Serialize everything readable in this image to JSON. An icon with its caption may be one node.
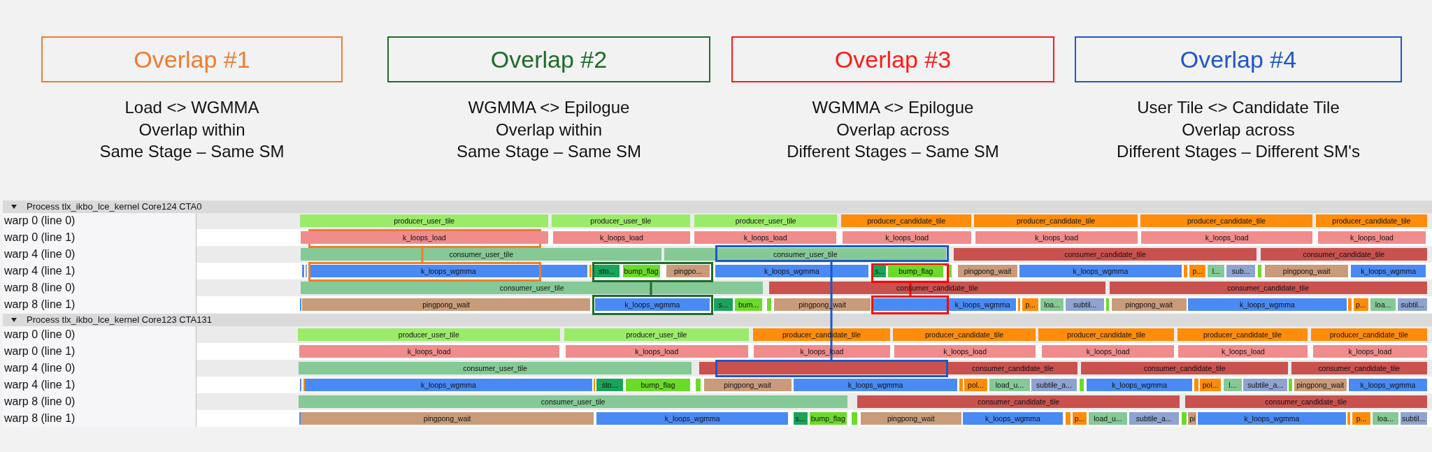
{
  "diagram": {
    "nodes": [
      {
        "text": [
          "Overlap #1"
        ],
        "beside": [
          "Load <> WGMMA",
          "Overlap within",
          "Same Stage – Same SM"
        ]
      },
      {
        "text": [
          "Overlap #2"
        ],
        "beside": [
          "WGMMA <> Epilogue",
          "Overlap within",
          "Same Stage – Same SM"
        ]
      },
      {
        "text": [
          "Overlap #3"
        ],
        "beside": [
          "WGMMA <> Epilogue",
          "Overlap across",
          "Different Stages – Same SM"
        ]
      },
      {
        "text": [
          "Overlap #4"
        ],
        "beside": [
          "User Tile <> Candidate Tile",
          "Overlap across",
          "Different Stages – Different SM's"
        ]
      },
      {
        "text": [],
        "shape": "box"
      },
      {
        "text": [],
        "shape": "box"
      },
      {
        "text": [],
        "shape": "box"
      },
      {
        "text": [],
        "shape": "box"
      },
      {
        "text": [],
        "shape": "box"
      },
      {
        "text": [],
        "shape": "box"
      },
      {
        "text": [],
        "shape": "box"
      },
      {
        "text": [],
        "shape": "box"
      },
      {
        "text": [
          "producer_user_tile"
        ]
      },
      {
        "text": [
          "producer_user_tile"
        ]
      },
      {
        "text": [
          "producer_user_tile"
        ]
      },
      {
        "text": [
          "producer_candidate_tile"
        ]
      },
      {
        "text": [
          "producer_candidate_tile"
        ]
      },
      {
        "text": [
          "producer_candidate_tile"
        ]
      },
      {
        "text": [
          "producer_candidate_tile"
        ]
      },
      {
        "text": [
          "k_loops_load"
        ],
        "in": 4
      },
      {
        "text": [
          "k_loops_load"
        ]
      },
      {
        "text": [
          "k_loops_load"
        ]
      },
      {
        "text": [
          "k_loops_load"
        ]
      },
      {
        "text": [
          "k_loops_load"
        ]
      },
      {
        "text": [
          "k_loops_load"
        ]
      },
      {
        "text": [
          "k_loops_load"
        ]
      },
      {
        "text": [
          "consumer_user_tile"
        ]
      },
      {
        "text": [
          "consumer_user_tile"
        ]
      },
      {
        "text": [
          "consumer_candidate_tile"
        ]
      },
      {
        "text": [
          "consumer_candidate_tile"
        ]
      },
      {
        "text": [
          "k_loops_wgmma"
        ]
      },
      {
        "text": [
          "sto..."
        ],
        "in": 6
      },
      {
        "text": [
          "bump_flag"
        ],
        "in": 6
      },
      {
        "text": [
          "pingpo..."
        ],
        "in": 6
      },
      {
        "text": [
          "k_loops_wgmma"
        ]
      },
      {
        "text": [
          "s..."
        ],
        "in": 10
      },
      {
        "text": [
          "bump_flag"
        ],
        "in": 10
      },
      {
        "text": [
          "pingpong_wait"
        ]
      },
      {
        "text": [
          "k_loops_wgmma"
        ]
      },
      {
        "text": [
          "p..."
        ]
      },
      {
        "text": [
          "l..."
        ]
      },
      {
        "text": [
          "sub..."
        ]
      },
      {
        "text": [
          "pingpong_wait"
        ]
      },
      {
        "text": [
          "k_loops_wgmma"
        ]
      },
      {
        "text": [
          "consumer_user_tile"
        ]
      },
      {
        "text": [
          "consumer_candidate_tile"
        ]
      },
      {
        "text": [
          "consumer_candidate_tile"
        ]
      },
      {
        "text": [
          "pingpong_wait"
        ]
      },
      {
        "text": [
          "k_loops_wgmma"
        ],
        "in": 7
      },
      {
        "text": [
          "s..."
        ]
      },
      {
        "text": [
          "bum..."
        ]
      },
      {
        "text": [
          "pingpong_wait"
        ]
      },
      {
        "text": [
          "k_loops_wgmma"
        ]
      },
      {
        "text": [
          "p..."
        ]
      },
      {
        "text": [
          "loa..."
        ]
      },
      {
        "text": [
          "subtil..."
        ]
      },
      {
        "text": [
          "pingpong_wait"
        ]
      },
      {
        "text": [
          "k_loops_wgmma"
        ]
      },
      {
        "text": [
          "p..."
        ]
      },
      {
        "text": [
          "loa..."
        ]
      },
      {
        "text": [
          "subtil..."
        ]
      },
      {
        "text": [
          "producer_user_tile"
        ]
      },
      {
        "text": [
          "producer_user_tile"
        ]
      },
      {
        "text": [
          "producer_candidate_tile"
        ]
      },
      {
        "text": [
          "producer_candidate_tile"
        ]
      },
      {
        "text": [
          "producer_candidate_tile"
        ]
      },
      {
        "text": [
          "producer_candidate_tile"
        ]
      },
      {
        "text": [
          "producer_candidate_tile"
        ]
      },
      {
        "text": [
          "k_loops_load"
        ]
      },
      {
        "text": [
          "k_loops_load"
        ]
      },
      {
        "text": [
          "k_loops_load"
        ]
      },
      {
        "text": [
          "k_loops_load"
        ]
      },
      {
        "text": [
          "k_loops_load"
        ]
      },
      {
        "text": [
          "k_loops_load"
        ]
      },
      {
        "text": [
          "k_loops_load"
        ]
      },
      {
        "text": [
          "consumer_user_tile"
        ]
      },
      {
        "text": [
          "consumer_candidate_tile"
        ]
      },
      {
        "text": [
          "consumer_candidate_tile"
        ]
      },
      {
        "text": [
          "consumer_candidate_tile"
        ]
      },
      {
        "text": [
          "k_loops_wgmma"
        ]
      },
      {
        "text": [
          "sto..."
        ]
      },
      {
        "text": [
          "bump_flag"
        ]
      },
      {
        "text": [
          "pingpong_wait"
        ]
      },
      {
        "text": [
          "k_loops_wgmma"
        ]
      },
      {
        "text": [
          "pol..."
        ]
      },
      {
        "text": [
          "load_u..."
        ]
      },
      {
        "text": [
          "subtile_a..."
        ]
      },
      {
        "text": [
          "k_loops_wgmma"
        ]
      },
      {
        "text": [
          "pol..."
        ]
      },
      {
        "text": [
          "l..."
        ]
      },
      {
        "text": [
          "subtile_a..."
        ]
      },
      {
        "text": [
          "pingpong_wait"
        ]
      },
      {
        "text": [
          "k_loops_wgmma"
        ]
      },
      {
        "text": [
          "consumer_user_tile"
        ]
      },
      {
        "text": [
          "consumer_candidate_tile"
        ]
      },
      {
        "text": [
          "consumer_candidate_tile"
        ]
      },
      {
        "text": [
          "pingpong_wait"
        ]
      },
      {
        "text": [
          "k_loops_wgmma"
        ]
      },
      {
        "text": [
          "s..."
        ]
      },
      {
        "text": [
          "bump_flag"
        ]
      },
      {
        "text": [
          "pingpong_wait"
        ]
      },
      {
        "text": [
          "k_loops_wgmma"
        ]
      },
      {
        "text": [
          "p..."
        ]
      },
      {
        "text": [
          "load_u..."
        ]
      },
      {
        "text": [
          "subtile_a..."
        ]
      },
      {
        "text": [
          "pi"
        ]
      },
      {
        "text": [
          "k_loops_wgmma"
        ]
      },
      {
        "text": [
          "p..."
        ]
      },
      {
        "text": [
          "loa..."
        ]
      },
      {
        "text": [
          "subtil..."
        ]
      }
    ],
    "edges": [
      {
        "from": 4,
        "to": 5,
        "arrow": "none",
        "color": "#ed7d31"
      },
      {
        "from": 6,
        "to": 7,
        "arrow": "none",
        "color": "#1e6b2a"
      },
      {
        "from": 10,
        "to": 11,
        "arrow": "none",
        "color": "#ff0000"
      },
      {
        "from": 8,
        "to": 9,
        "arrow": "none",
        "color": "#1f56c8"
      }
    ],
    "labels": [
      "Process tlx_ikbo_lce_kernel Core124 CTA0",
      "warp 0 (line 0)",
      "warp 0 (line 1)",
      "warp 4 (line 0)",
      "warp 4 (line 1)",
      "warp 8 (line 0)",
      "warp 8 (line 1)",
      "Process tlx_ikbo_lce_kernel Core123 CTA131",
      "warp 0 (line 0)",
      "warp 0 (line 1)",
      "warp 4 (line 0)",
      "warp 4 (line 1)",
      "warp 8 (line 0)",
      "warp 8 (line 1)"
    ]
  }
}
